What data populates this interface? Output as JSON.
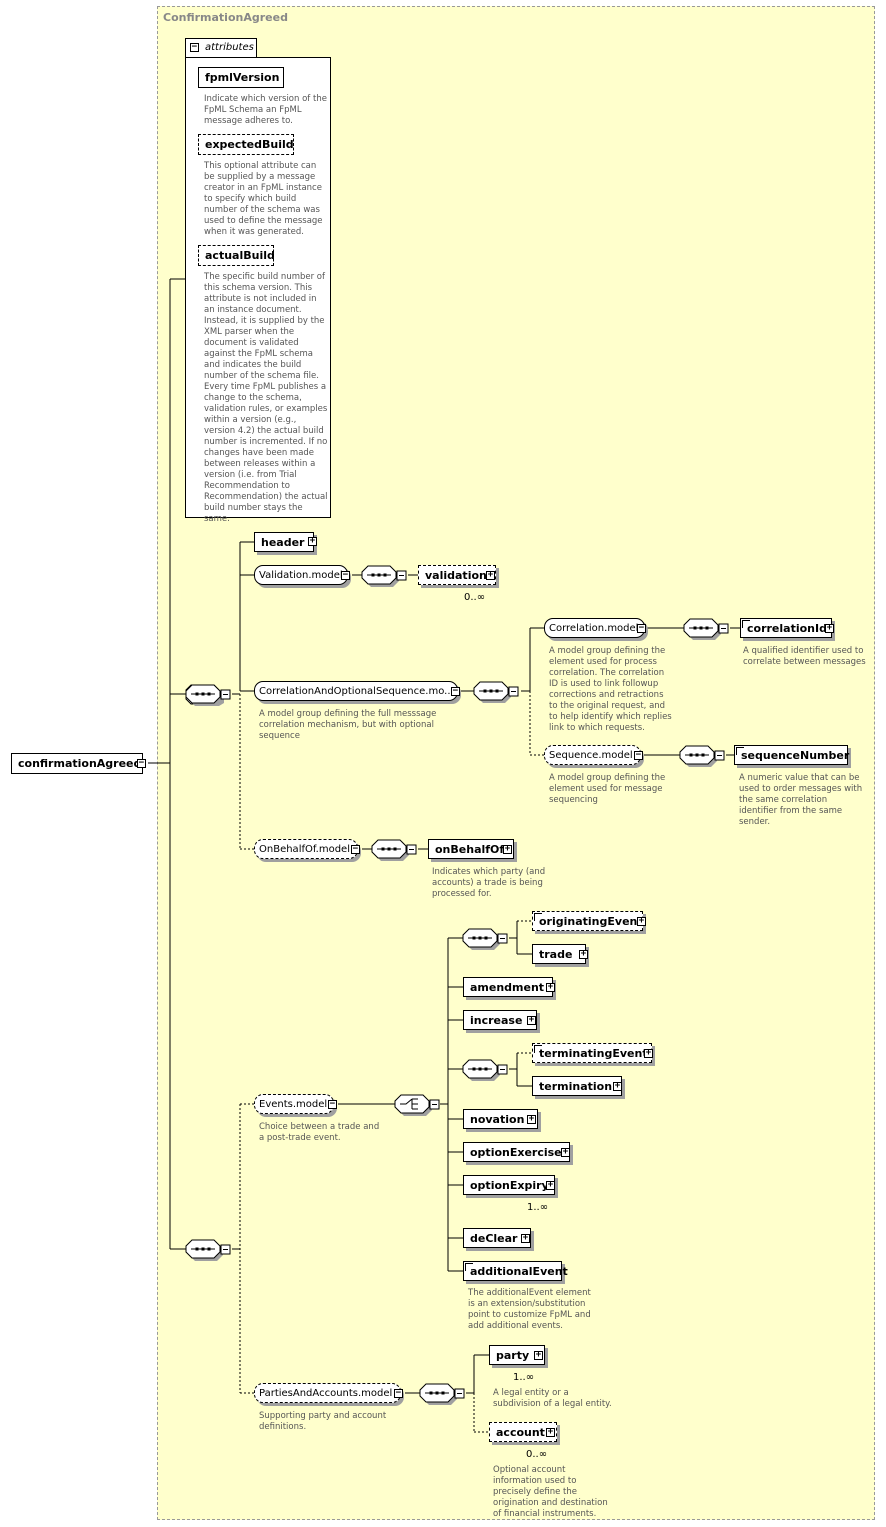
{
  "title": "ConfirmationAgreed",
  "attributes_label": "attributes",
  "attributes": [
    {
      "name": "fpmlVersion",
      "desc": "Indicate which version of the FpML Schema an FpML message adheres to."
    },
    {
      "name": "expectedBuild",
      "desc": "This optional attribute can be supplied by a message creator in an FpML instance to specify which build number of the schema was used to define the message when it was generated."
    },
    {
      "name": "actualBuild",
      "desc": "The specific build number of this schema version. This attribute is not included in an instance document. Instead, it is supplied by the XML parser when the document is validated against the FpML schema and indicates the build number of the schema file. Every time FpML publishes a change to the schema, validation rules, or examples within a version (e.g., version 4.2) the actual build number is incremented. If no changes have been made between releases within a version (i.e. from Trial Recommendation to Recommendation) the actual build number stays the same."
    }
  ],
  "root": "confirmationAgreed",
  "nodes": {
    "header": "header",
    "validation_model": "Validation.model",
    "validation": "validation",
    "validation_occ": "0..∞",
    "corr_opt_seq": "CorrelationAndOptionalSequence.mo...",
    "corr_opt_seq_desc": "A model group defining the full messsage correlation mechanism, but with optional sequence",
    "correlation_model": "Correlation.model",
    "correlation_model_desc": "A model group defining the element used for process correlation. The correlation ID is used to link followup corrections and retractions to the original request, and to help identify which replies link to which requests.",
    "correlation_id": "correlationId",
    "correlation_id_desc": "A qualified identifier used to correlate between messages",
    "sequence_model": "Sequence.model",
    "sequence_model_desc": "A model group defining the element used for message sequencing",
    "sequence_number": "sequenceNumber",
    "sequence_number_desc": "A numeric value that can be used to order messages with the same correlation identifier from the same sender.",
    "on_behalf_of_model": "OnBehalfOf.model",
    "on_behalf_of": "onBehalfOf",
    "on_behalf_of_desc": "Indicates which party (and accounts) a trade is being processed for.",
    "events_model": "Events.model",
    "events_model_desc": "Choice between a trade and a post-trade event.",
    "originating_event": "originatingEvent",
    "trade": "trade",
    "amendment": "amendment",
    "increase": "increase",
    "terminating_event": "terminatingEvent",
    "termination": "termination",
    "novation": "novation",
    "option_exercise": "optionExercise",
    "option_expiry": "optionExpiry",
    "option_expiry_occ": "1..∞",
    "de_clear": "deClear",
    "additional_event": "additionalEvent",
    "additional_event_desc": "The additionalEvent element is an extension/substitution point to customize FpML and add additional events.",
    "parties_model": "PartiesAndAccounts.model",
    "parties_model_desc": "Supporting party and account definitions.",
    "party": "party",
    "party_occ": "1..∞",
    "party_desc": "A legal entity or a subdivision of a legal entity.",
    "account": "account",
    "account_occ": "0..∞",
    "account_desc": "Optional account information used to precisely define the origination and destination of financial instruments."
  },
  "colors": {
    "panel": "#ffffcc",
    "border": "#000000",
    "desc_text": "#555555",
    "shadow": "#a0a0a0"
  }
}
